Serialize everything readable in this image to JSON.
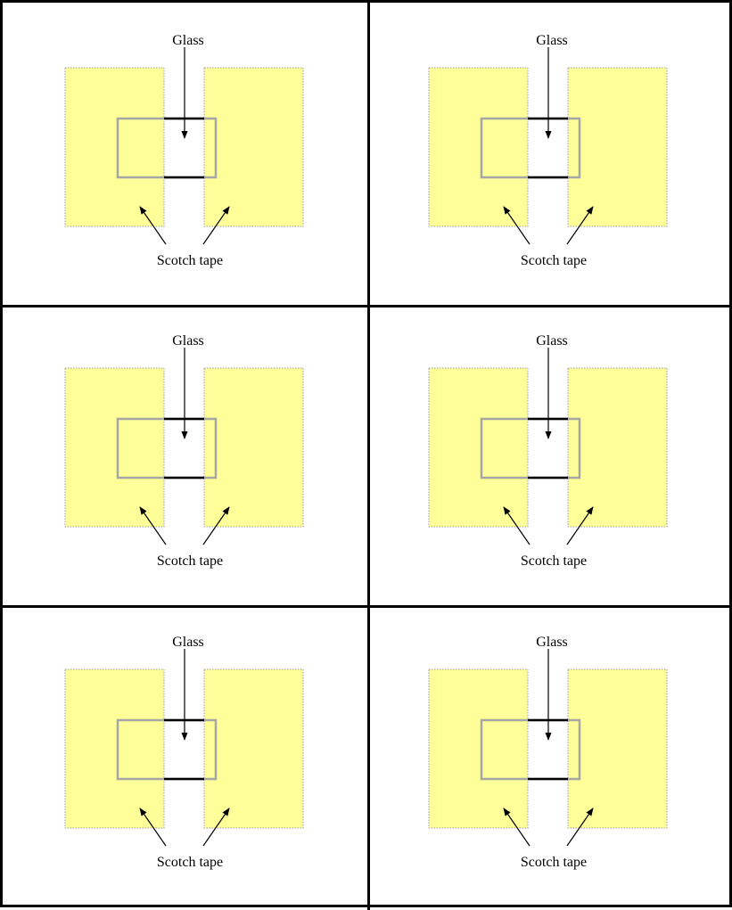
{
  "labels": {
    "glass": "Glass",
    "tape": "Scotch tape"
  },
  "colors": {
    "tape_fill": "#ffff99",
    "tape_border": "#999999",
    "glass_outline": "#a6a6a6",
    "edge": "#000000",
    "grid": "#000000"
  },
  "panels": [
    {
      "glass_label": "Glass",
      "tape_label": "Scotch tape"
    },
    {
      "glass_label": "Glass",
      "tape_label": "Scotch tape"
    },
    {
      "glass_label": "Glass",
      "tape_label": "Scotch tape"
    },
    {
      "glass_label": "Glass",
      "tape_label": "Scotch tape"
    },
    {
      "glass_label": "Glass",
      "tape_label": "Scotch tape"
    },
    {
      "glass_label": "Glass",
      "tape_label": "Scotch tape"
    }
  ]
}
